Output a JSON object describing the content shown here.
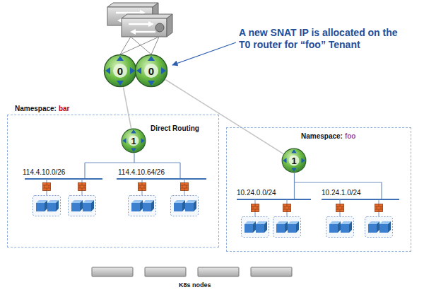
{
  "diagram": {
    "nodes": [
      {
        "text": [
          "0"
        ]
      },
      {
        "text": [
          "0"
        ]
      },
      {
        "text": [
          "Namespace:",
          "bar"
        ]
      },
      {
        "text": [
          "1"
        ],
        "in": 2
      },
      {
        "text": [
          "Namespace:",
          "foo"
        ]
      },
      {
        "text": [
          "1"
        ],
        "in": 4
      }
    ],
    "edges": [
      {
        "from": 0,
        "to": 3,
        "arrow": "none"
      },
      {
        "from": 1,
        "to": 5,
        "arrow": "none"
      }
    ],
    "labels": [
      "A new SNAT IP is allocated on the T0 router for “foo” Tenant",
      "Direct Routing",
      "114.4.10.0/26",
      "114.4.10.64/26",
      "10.24.0.0/24",
      "10.24.1.0/24",
      "K8s nodes"
    ]
  }
}
